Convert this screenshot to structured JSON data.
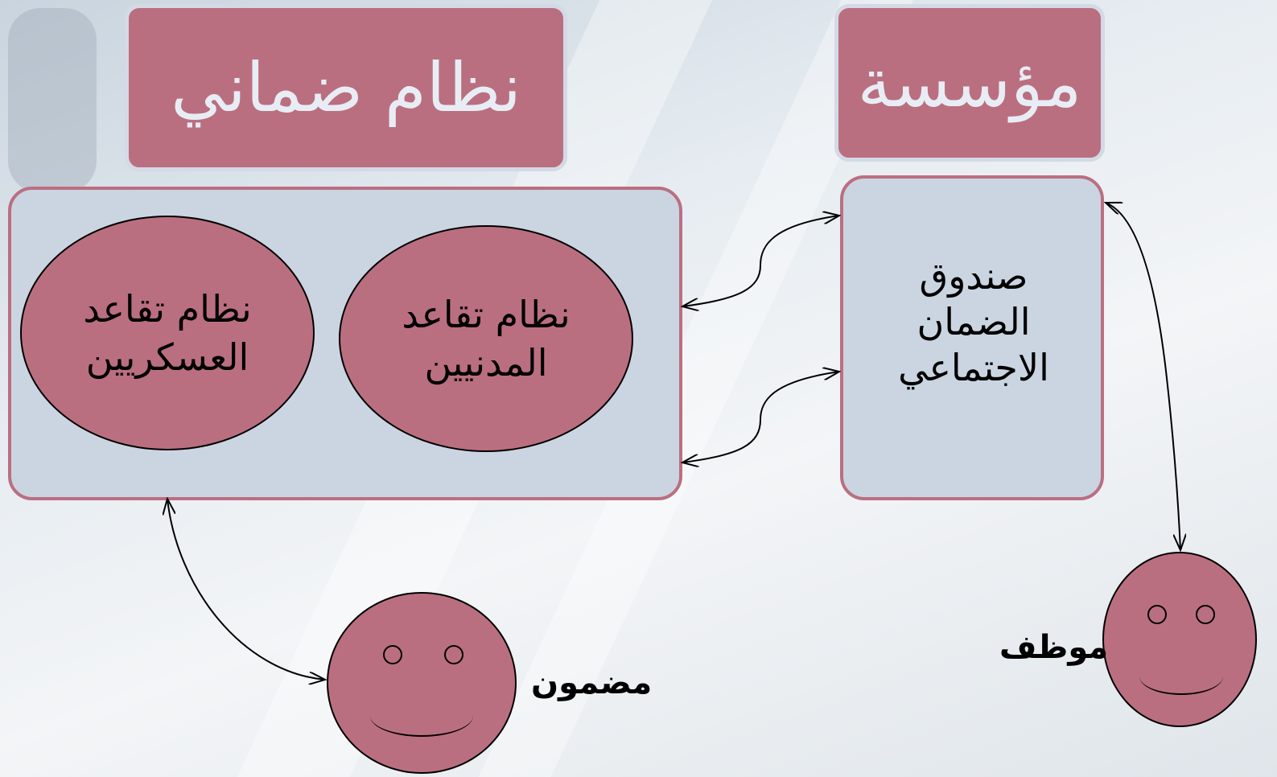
{
  "titles": {
    "guarantee_system": "نظام ضماني",
    "institution": "مؤسسة"
  },
  "fund": {
    "line1": "صندوق",
    "line2": "الضمان",
    "line3": "الاجتماعي"
  },
  "pension_military": {
    "line1": "نظام تقاعد",
    "line2": "العسكريين"
  },
  "pension_civilian": {
    "line1": "نظام تقاعد",
    "line2": "المدنيين"
  },
  "people": {
    "insured": "مضمون",
    "employer": "موظف"
  },
  "colors": {
    "box_fill": "#ba6f80",
    "panel_fill": "#cbd5e1",
    "title_text": "#e8edf5"
  }
}
